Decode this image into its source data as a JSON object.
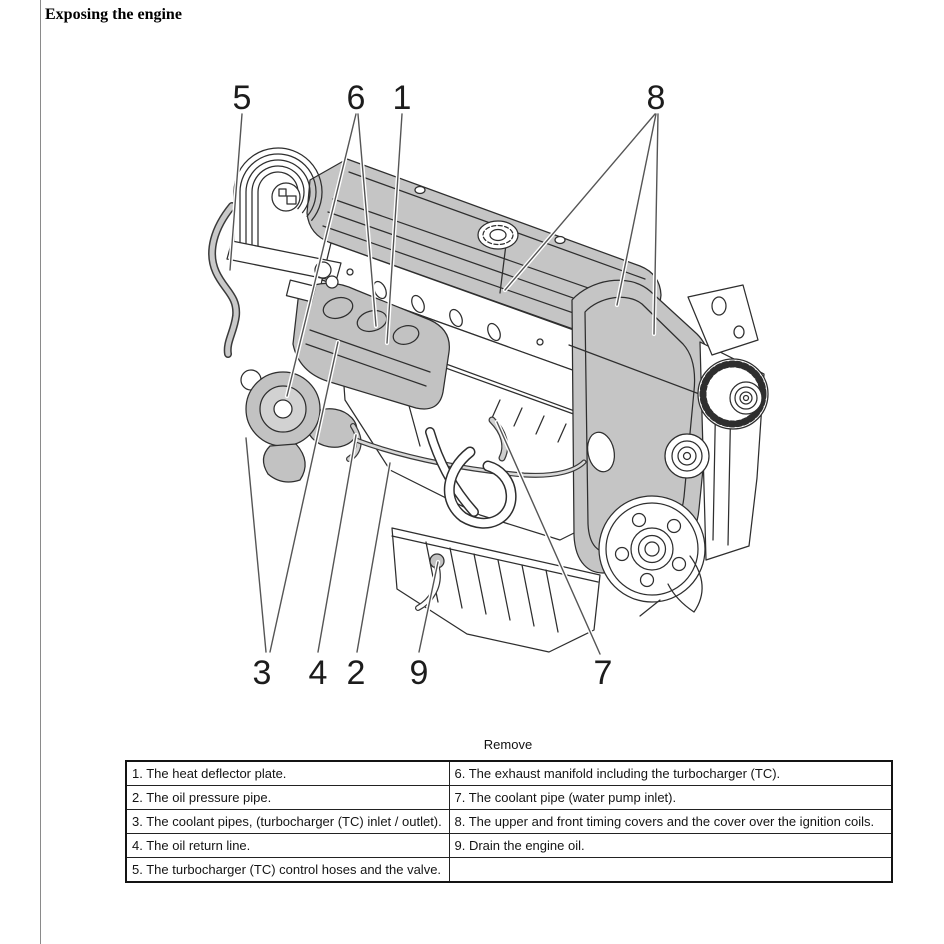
{
  "page": {
    "title": "Exposing the engine"
  },
  "diagram": {
    "description": "Exploded-view line drawing of a turbocharged engine with numbered callouts",
    "callouts": [
      {
        "number": "5"
      },
      {
        "number": "6"
      },
      {
        "number": "1"
      },
      {
        "number": "8"
      },
      {
        "number": "3"
      },
      {
        "number": "4"
      },
      {
        "number": "2"
      },
      {
        "number": "9"
      },
      {
        "number": "7"
      }
    ]
  },
  "table": {
    "caption": "Remove",
    "rows": [
      {
        "left": "1. The heat deflector plate.",
        "right": "6. The exhaust manifold including the turbocharger (TC)."
      },
      {
        "left": "2. The oil pressure pipe.",
        "right": "7. The coolant pipe (water pump inlet)."
      },
      {
        "left": "3. The coolant pipes, (turbocharger (TC) inlet / outlet).",
        "right": "8. The upper and front timing covers and the cover over the ignition coils."
      },
      {
        "left": "4. The oil return line.",
        "right": "9. Drain the engine oil."
      },
      {
        "left": "5. The turbocharger (TC) control hoses and the valve.",
        "right": ""
      }
    ]
  },
  "colors": {
    "shade": "#c5c5c5",
    "line": "#2e2e2e",
    "leader": "#555555"
  }
}
